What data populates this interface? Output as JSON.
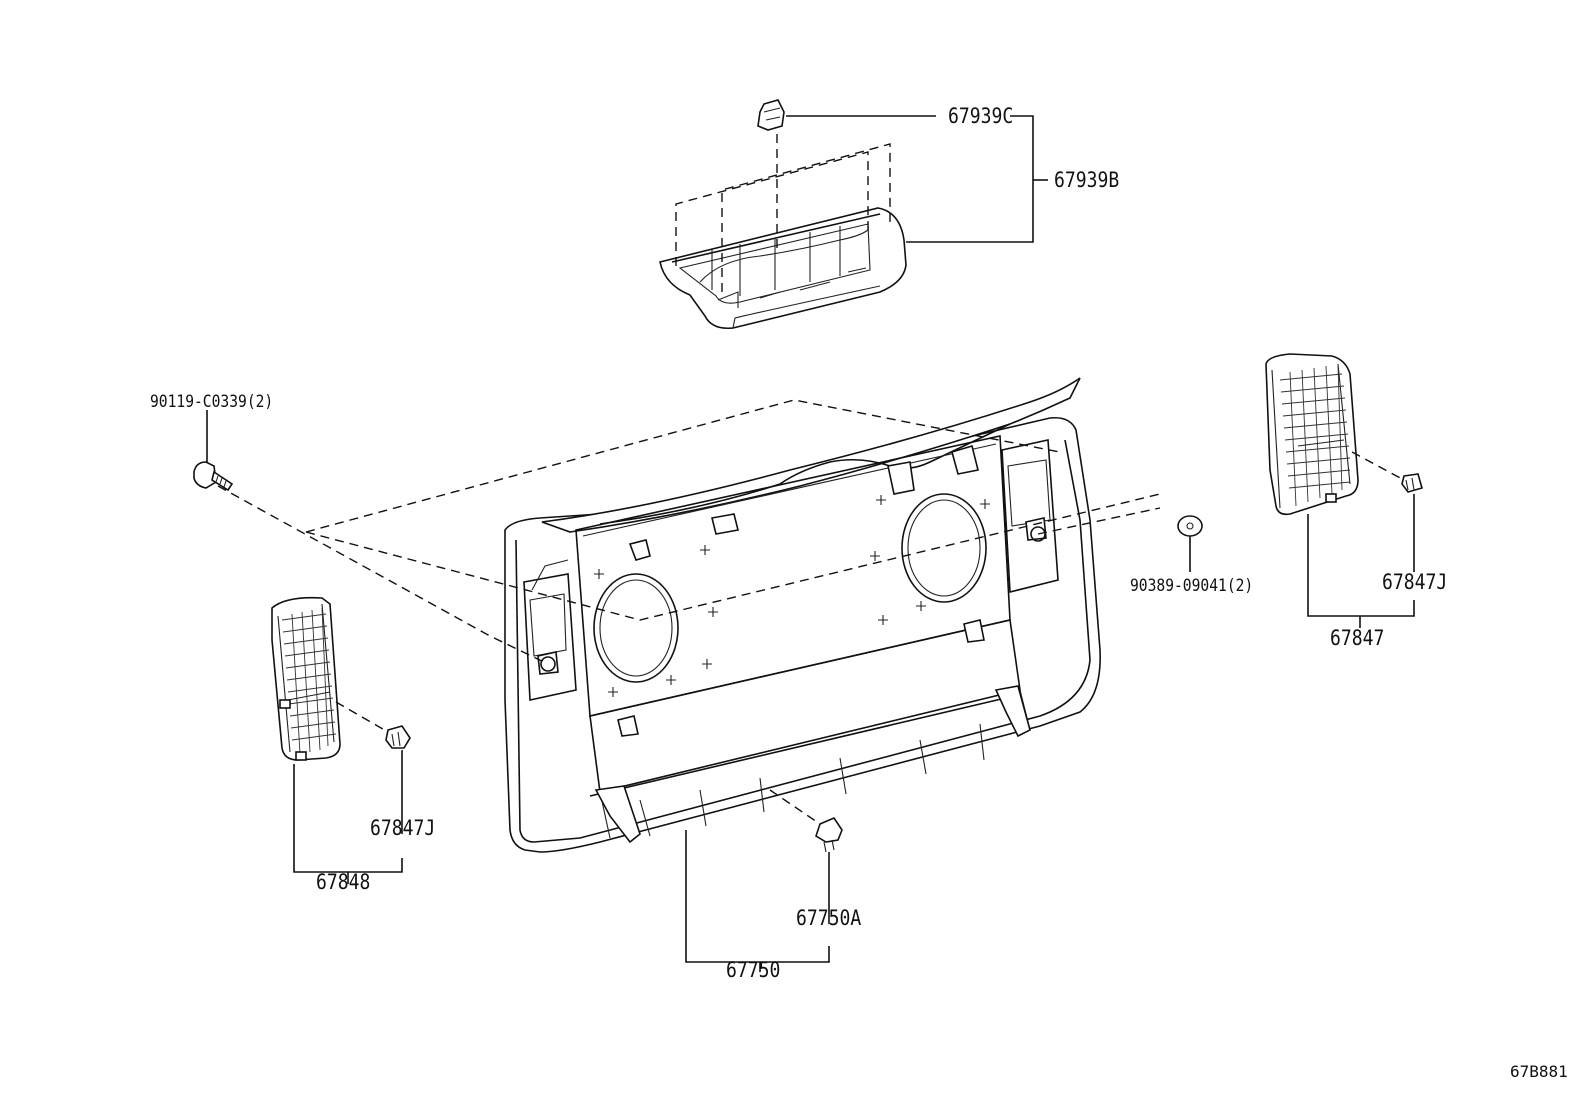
{
  "diagram_id": "67B881",
  "parts": [
    {
      "key": "p67939C",
      "label": "67939C"
    },
    {
      "key": "p67939B",
      "label": "67939B"
    },
    {
      "key": "p90119",
      "label": "90119-C0339(2)"
    },
    {
      "key": "p90389",
      "label": "90389-09041(2)"
    },
    {
      "key": "p67847J_right",
      "label": "67847J"
    },
    {
      "key": "p67847",
      "label": "67847"
    },
    {
      "key": "p67847J_left",
      "label": "67847J"
    },
    {
      "key": "p67848",
      "label": "67848"
    },
    {
      "key": "p67750A",
      "label": "67750A"
    },
    {
      "key": "p67750",
      "label": "67750"
    }
  ]
}
